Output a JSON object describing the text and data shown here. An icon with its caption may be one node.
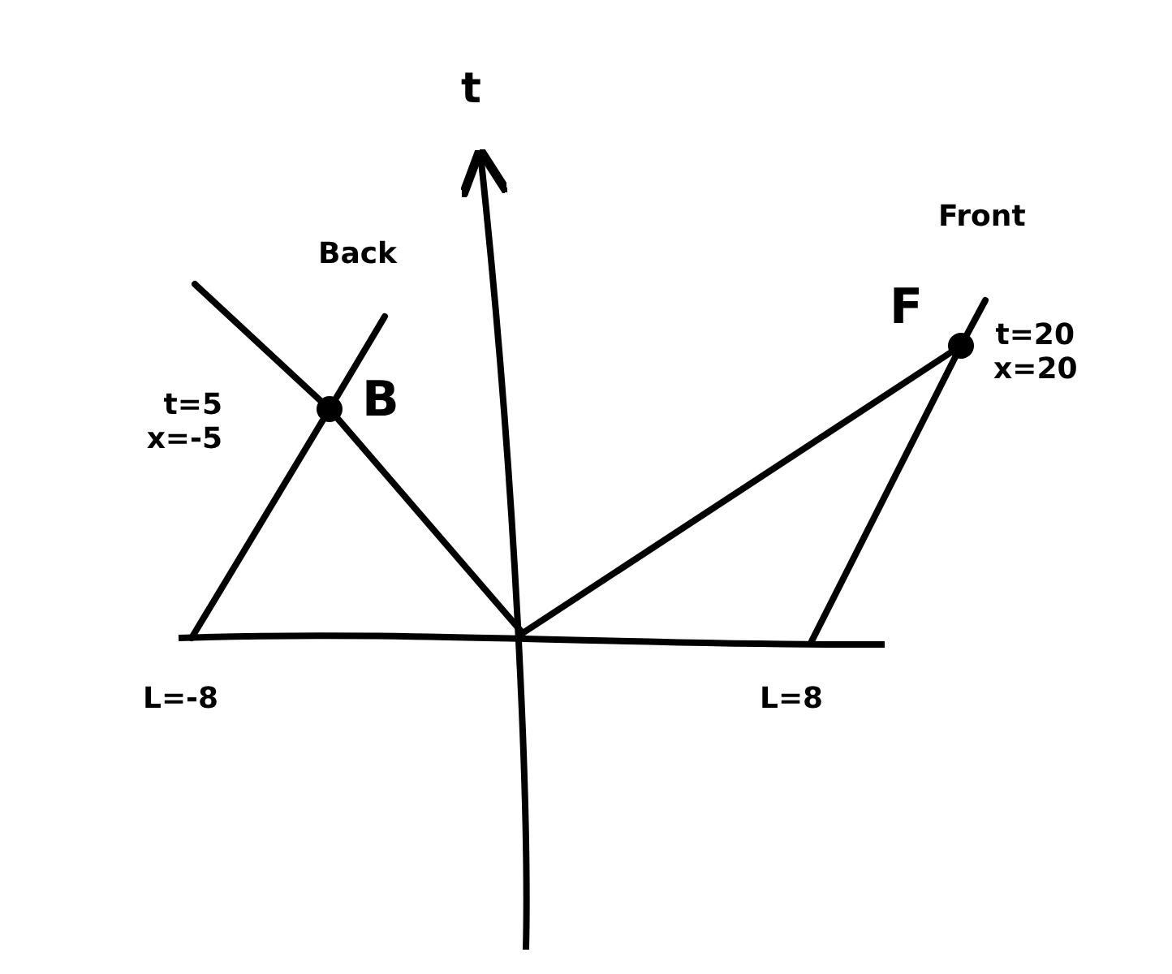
{
  "diagram": {
    "nodes": [
      {
        "text": [
          "B"
        ],
        "beside": [
          "t=5 x=-5"
        ]
      },
      {
        "text": [
          "F"
        ],
        "beside": [
          "t=20 x=20"
        ]
      }
    ],
    "edges": [
      {
        "from": null,
        "to": 0,
        "arrow": "none"
      },
      {
        "from": null,
        "to": 0,
        "arrow": "none"
      },
      {
        "from": null,
        "to": 1,
        "arrow": "none"
      },
      {
        "from": null,
        "to": 1,
        "arrow": "none"
      }
    ],
    "labels": [
      "t",
      "Back",
      "Front",
      "L=-8",
      "L=8"
    ]
  }
}
